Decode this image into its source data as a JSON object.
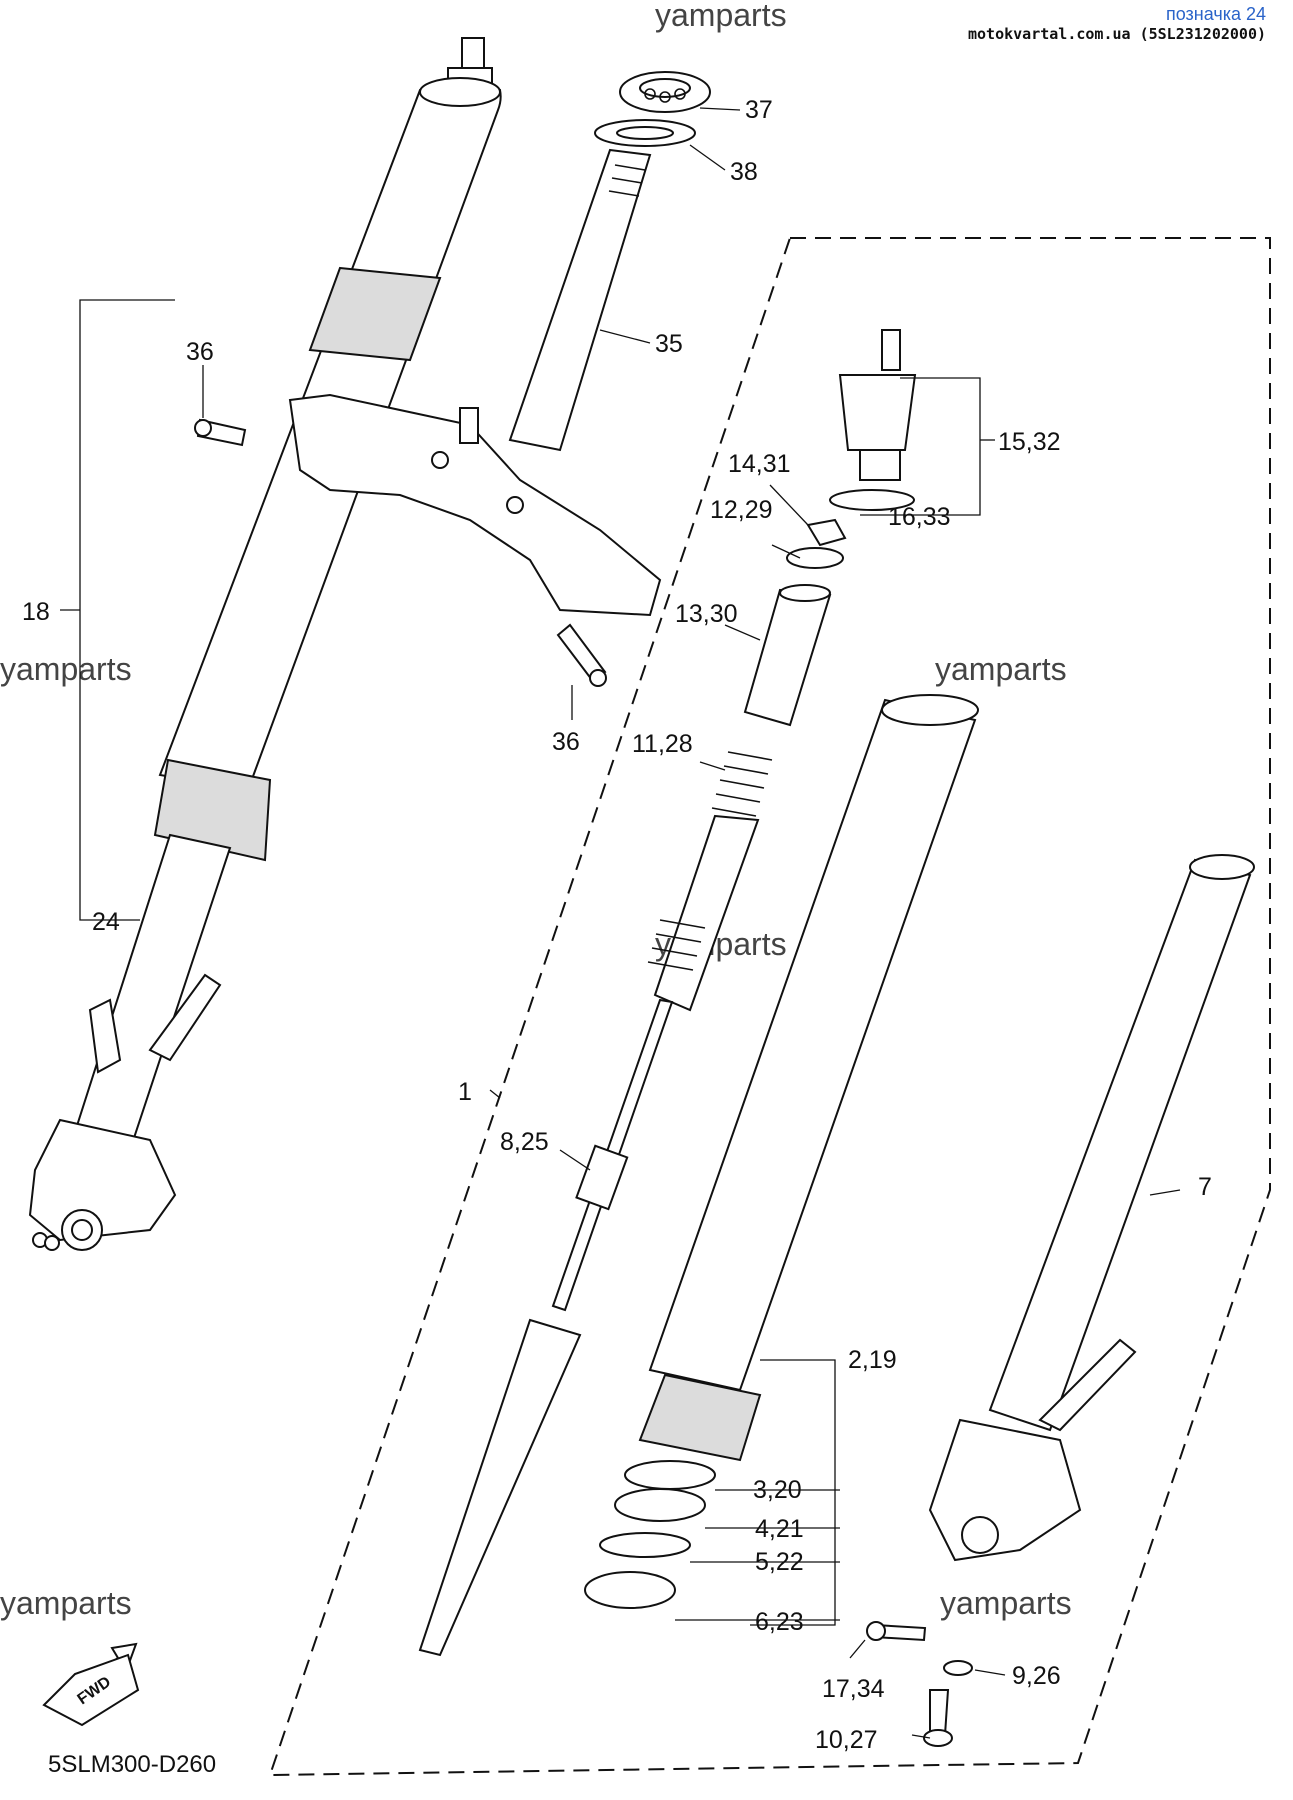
{
  "header": {
    "position_label": "позначка 24",
    "site_code": "motokvartal.com.ua (5SL231202000)"
  },
  "watermark": "yamparts",
  "diagram_code": "5SLM300-D260",
  "fwd_label": "FWD",
  "callouts": {
    "c37": "37",
    "c38": "38",
    "c35": "35",
    "c36a": "36",
    "c36b": "36",
    "c18": "18",
    "c24": "24",
    "c15_32": "15,32",
    "c14_31": "14,31",
    "c12_29": "12,29",
    "c16_33": "16,33",
    "c13_30": "13,30",
    "c11_28": "11,28",
    "c1": "1",
    "c8_25": "8,25",
    "c7": "7",
    "c2_19": "2,19",
    "c3_20": "3,20",
    "c4_21": "4,21",
    "c5_22": "5,22",
    "c6_23": "6,23",
    "c17_34": "17,34",
    "c9_26": "9,26",
    "c10_27": "10,27"
  }
}
